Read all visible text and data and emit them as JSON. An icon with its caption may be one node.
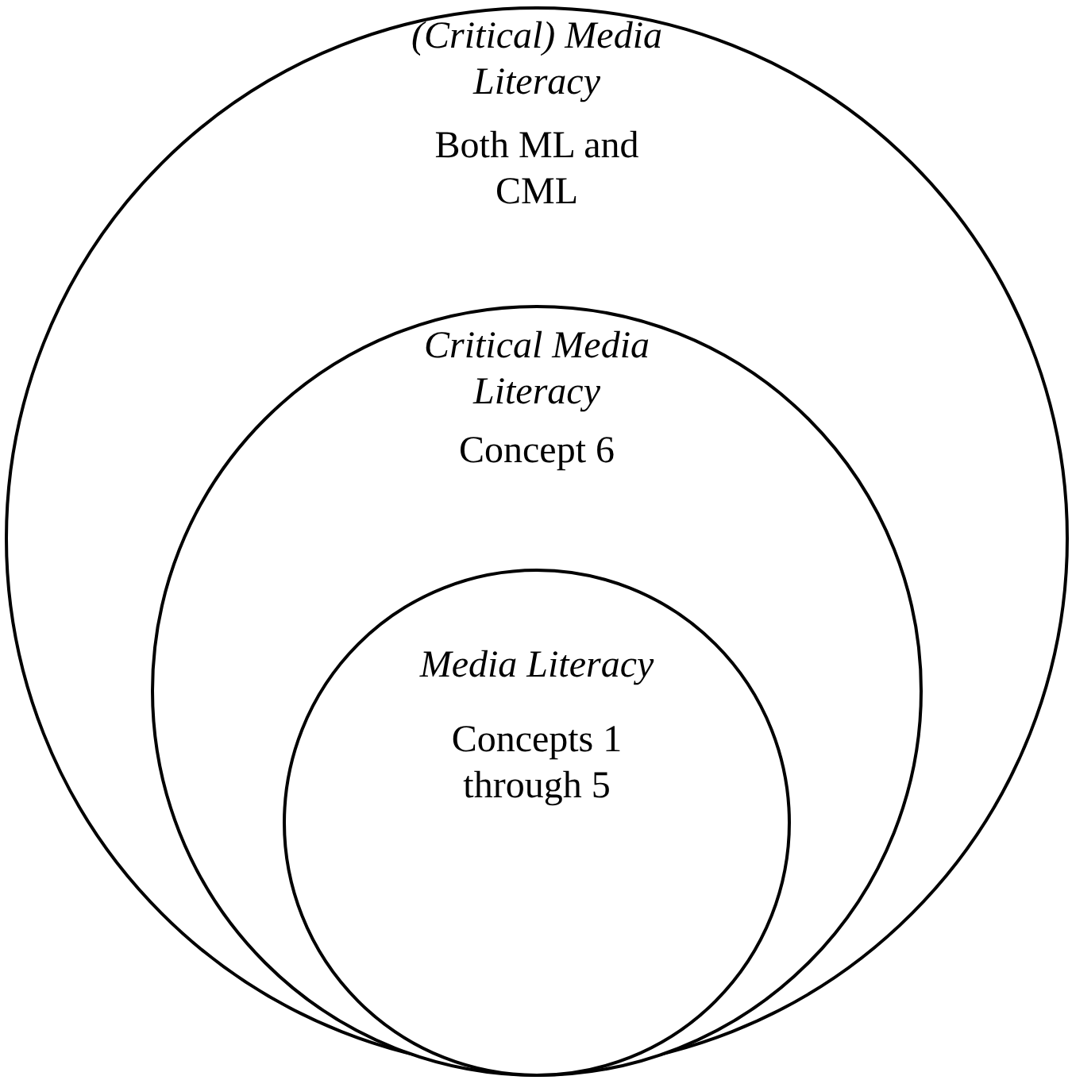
{
  "diagram": {
    "nodes": [
      {
        "text": [
          "(Critical) Media Literacy",
          "Both ML and CML"
        ]
      },
      {
        "text": [
          "Critical Media Literacy",
          "Concept 6"
        ],
        "in": 0
      },
      {
        "text": [
          "Media Literacy",
          "Concepts 1 through 5"
        ],
        "in": 1
      }
    ]
  }
}
